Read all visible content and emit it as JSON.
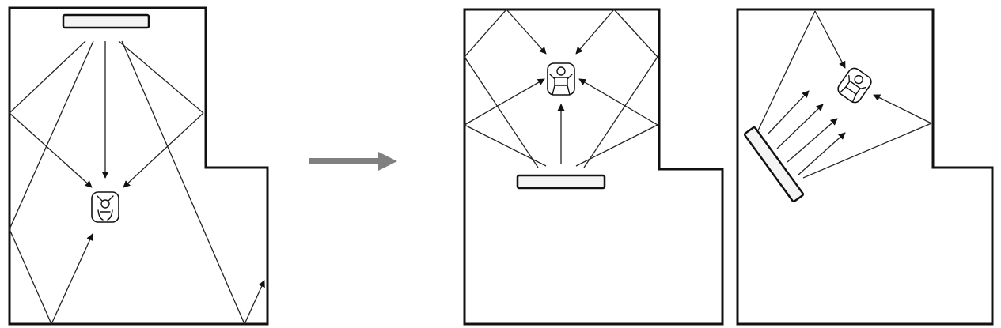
{
  "figure": {
    "panels": [
      {
        "id": "before",
        "speaker": "top-wall-centered",
        "listener": "room-center"
      },
      {
        "id": "after-centered",
        "speaker": "facing-listener-near-front",
        "listener": "near-front-wall"
      },
      {
        "id": "after-angled",
        "speaker": "angled-corner",
        "listener": "near-front-wall"
      }
    ],
    "transition": "arrow-right-icon",
    "colors": {
      "lines": "#111111",
      "transition_arrow": "#808080",
      "speaker_fill": "#f4f4f4"
    }
  }
}
